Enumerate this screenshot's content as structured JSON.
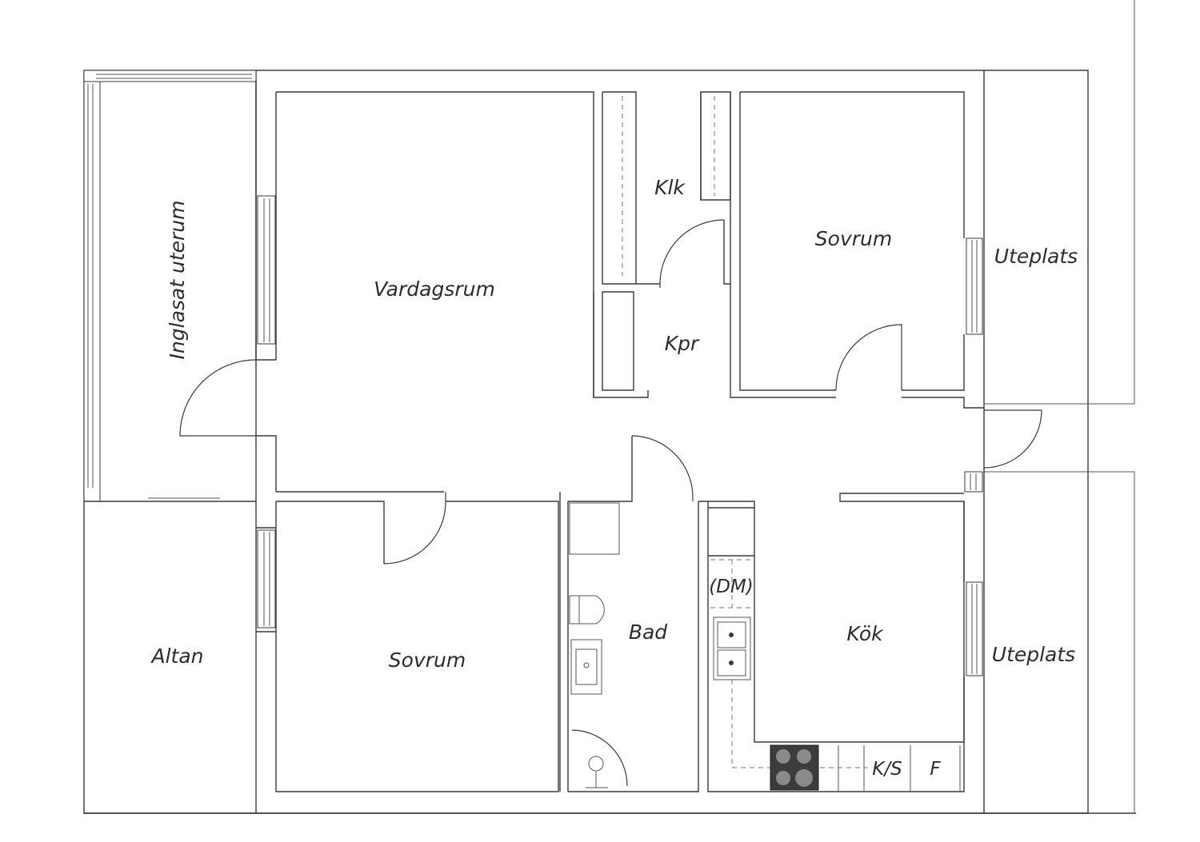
{
  "plan": {
    "rooms": {
      "inglasat_uterum": "Inglasat uterum",
      "vardagsrum": "Vardagsrum",
      "klk": "Klk",
      "kpr": "Kpr",
      "sovrum_top": "Sovrum",
      "uteplats_top": "Uteplats",
      "altan": "Altan",
      "sovrum_bottom": "Sovrum",
      "bad": "Bad",
      "kok": "Kök",
      "uteplats_bottom": "Uteplats"
    },
    "fixtures": {
      "dm": "(DM)",
      "ks": "K/S",
      "f": "F"
    },
    "colors": {
      "wall": "#3a3a3a",
      "stove": "#444444",
      "background": "#ffffff"
    }
  }
}
